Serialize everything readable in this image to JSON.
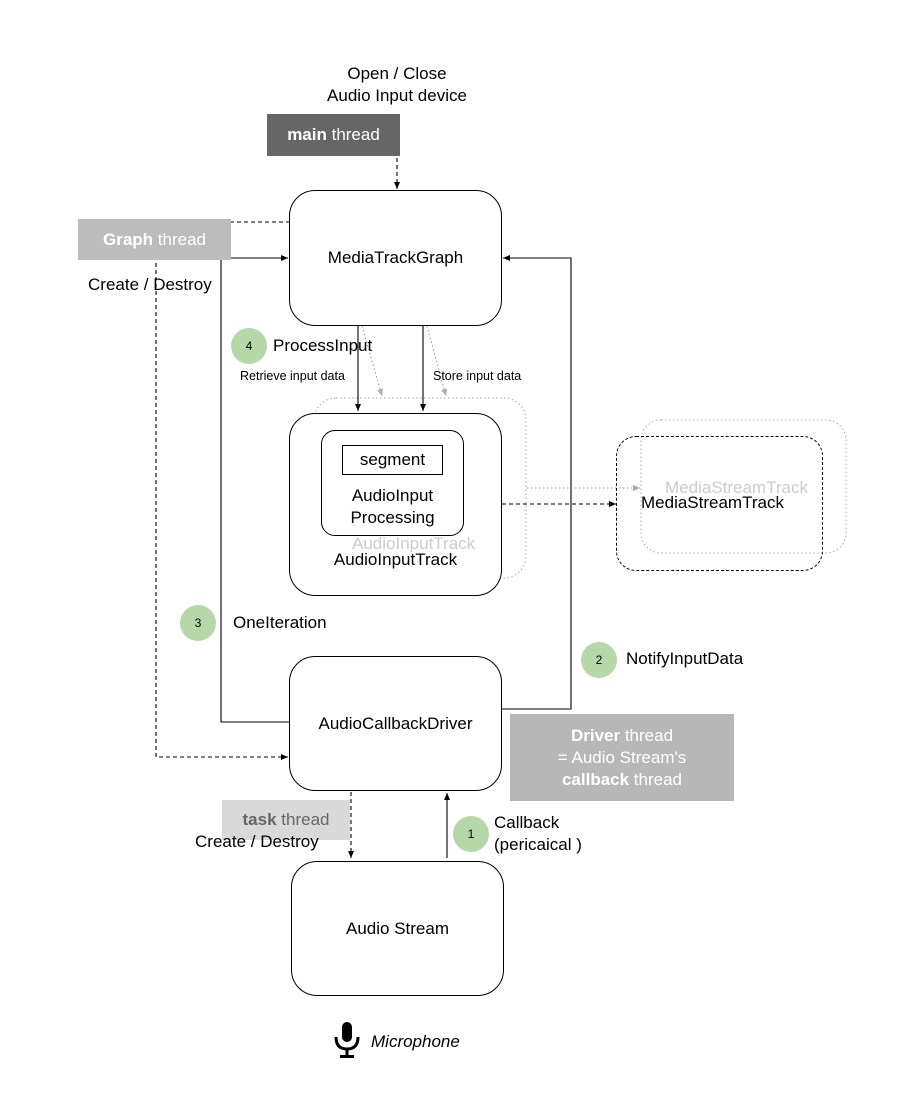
{
  "top_label": {
    "line1": "Open / Close",
    "line2": "Audio Input device"
  },
  "threads": {
    "main": {
      "bold": "main",
      "rest": " thread",
      "color": "#666666"
    },
    "graph": {
      "bold": "Graph",
      "rest": " thread",
      "color": "#bcbcbc"
    },
    "driver": {
      "bold": "Driver",
      "line1_rest": " thread",
      "line2": "= Audio Stream's",
      "line3_bold": "callback",
      "line3_rest": " thread",
      "color": "#b7b7b7"
    },
    "task": {
      "bold": "task",
      "rest": " thread",
      "color": "#d9d9d9",
      "text_color": "#666666"
    }
  },
  "labels": {
    "graph_create_destroy": "Create / Destroy",
    "task_create_destroy": "Create / Destroy",
    "retrieve": "Retrieve input data",
    "store": "Store input data",
    "microphone": "Microphone"
  },
  "nodes": {
    "graph": "MediaTrackGraph",
    "segment": "segment",
    "processing_line1": "AudioInput",
    "processing_line2": "Processing",
    "input_track": "AudioInputTrack",
    "input_track_ghost": "AudioInputTrack",
    "stream_track": "MediaStreamTrack",
    "stream_track_ghost": "MediaStreamTrack",
    "driver": "AudioCallbackDriver",
    "audio_stream": "Audio Stream"
  },
  "steps": [
    {
      "num": "1",
      "line1": "Callback",
      "line2": "(pericaical )"
    },
    {
      "num": "2",
      "line1": "NotifyInputData"
    },
    {
      "num": "3",
      "line1": "OneIteration"
    },
    {
      "num": "4",
      "line1": "ProcessInput"
    }
  ],
  "colors": {
    "badge": "#b6d7a8",
    "ghost": "#cccccc"
  }
}
